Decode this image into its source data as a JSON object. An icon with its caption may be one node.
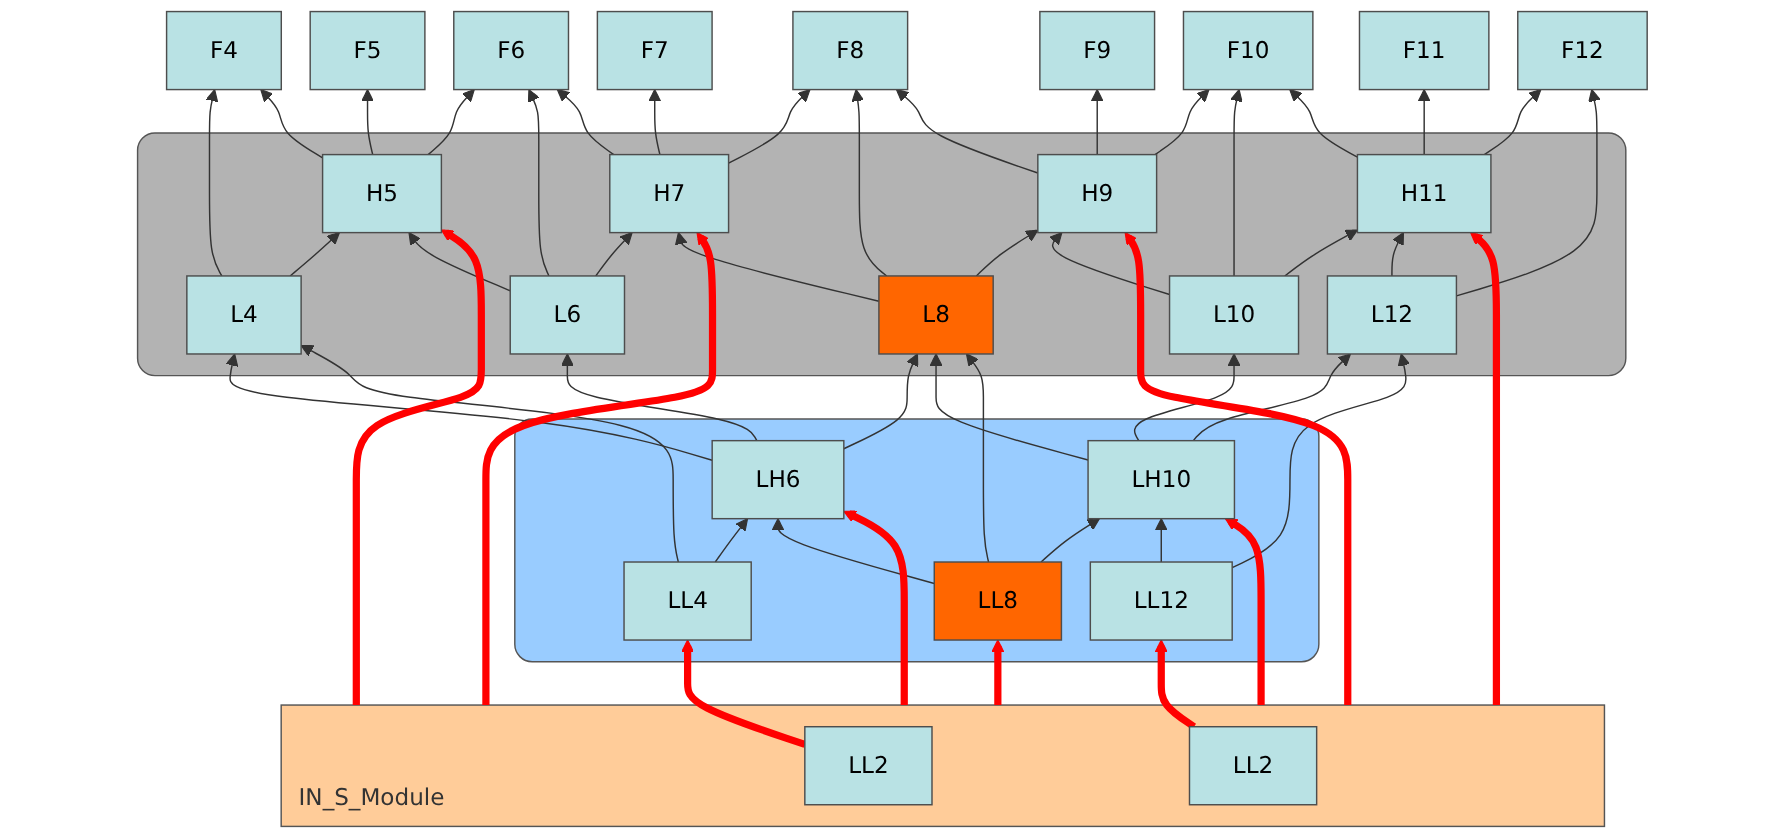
{
  "diagram": {
    "nodes": [
      {
        "text": [
          "F4"
        ]
      },
      {
        "text": [
          "F5"
        ]
      },
      {
        "text": [
          "F6"
        ]
      },
      {
        "text": [
          "F7"
        ]
      },
      {
        "text": [
          "F8"
        ]
      },
      {
        "text": [
          "F9"
        ]
      },
      {
        "text": [
          "F10"
        ]
      },
      {
        "text": [
          "F11"
        ]
      },
      {
        "text": [
          "F12"
        ]
      },
      {
        "text": [],
        "shape": "box"
      },
      {
        "text": [
          "H5"
        ],
        "in": 9
      },
      {
        "text": [
          "H7"
        ],
        "in": 9
      },
      {
        "text": [
          "H9"
        ],
        "in": 9
      },
      {
        "text": [
          "H11"
        ],
        "in": 9
      },
      {
        "text": [
          "L4"
        ],
        "in": 9
      },
      {
        "text": [
          "L6"
        ],
        "in": 9
      },
      {
        "text": [
          "L8"
        ],
        "in": 9
      },
      {
        "text": [
          "L10"
        ],
        "in": 9
      },
      {
        "text": [
          "L12"
        ],
        "in": 9
      },
      {
        "text": [],
        "shape": "box"
      },
      {
        "text": [
          "LH6"
        ],
        "in": 19
      },
      {
        "text": [
          "LH10"
        ],
        "in": 19
      },
      {
        "text": [
          "LL4"
        ],
        "in": 19
      },
      {
        "text": [
          "LL8"
        ],
        "in": 19
      },
      {
        "text": [
          "LL12"
        ],
        "in": 19
      },
      {
        "text": [
          "IN_S_Module"
        ]
      },
      {
        "text": [
          "LL2"
        ],
        "in": 25
      },
      {
        "text": [
          "LL2"
        ],
        "in": 25
      }
    ],
    "edges": [
      {
        "from": 14,
        "to": 0,
        "arrow": "to"
      },
      {
        "from": 10,
        "to": 0,
        "arrow": "to"
      },
      {
        "from": 10,
        "to": 1,
        "arrow": "to"
      },
      {
        "from": 10,
        "to": 2,
        "arrow": "to"
      },
      {
        "from": 15,
        "to": 2,
        "arrow": "to"
      },
      {
        "from": 11,
        "to": 2,
        "arrow": "to"
      },
      {
        "from": 11,
        "to": 3,
        "arrow": "to"
      },
      {
        "from": 11,
        "to": 4,
        "arrow": "to"
      },
      {
        "from": 16,
        "to": 4,
        "arrow": "to"
      },
      {
        "from": 12,
        "to": 4,
        "arrow": "to"
      },
      {
        "from": 12,
        "to": 5,
        "arrow": "to"
      },
      {
        "from": 12,
        "to": 6,
        "arrow": "to"
      },
      {
        "from": 17,
        "to": 6,
        "arrow": "to"
      },
      {
        "from": 13,
        "to": 6,
        "arrow": "to"
      },
      {
        "from": 13,
        "to": 7,
        "arrow": "to"
      },
      {
        "from": 13,
        "to": 8,
        "arrow": "to"
      },
      {
        "from": 18,
        "to": 8,
        "arrow": "to"
      },
      {
        "from": 14,
        "to": 10,
        "arrow": "to"
      },
      {
        "from": 15,
        "to": 10,
        "arrow": "to"
      },
      {
        "from": 15,
        "to": 11,
        "arrow": "to"
      },
      {
        "from": 16,
        "to": 11,
        "arrow": "to"
      },
      {
        "from": 16,
        "to": 12,
        "arrow": "to"
      },
      {
        "from": 17,
        "to": 12,
        "arrow": "to"
      },
      {
        "from": 17,
        "to": 13,
        "arrow": "to"
      },
      {
        "from": 18,
        "to": 13,
        "arrow": "to"
      },
      {
        "from": 20,
        "to": 14,
        "arrow": "to"
      },
      {
        "from": 20,
        "to": 15,
        "arrow": "to"
      },
      {
        "from": 20,
        "to": 16,
        "arrow": "to"
      },
      {
        "from": 21,
        "to": 16,
        "arrow": "to"
      },
      {
        "from": 21,
        "to": 17,
        "arrow": "to"
      },
      {
        "from": 21,
        "to": 18,
        "arrow": "to"
      },
      {
        "from": 22,
        "to": 14,
        "arrow": "to"
      },
      {
        "from": 23,
        "to": 16,
        "arrow": "to"
      },
      {
        "from": 24,
        "to": 18,
        "arrow": "to"
      },
      {
        "from": 22,
        "to": 20,
        "arrow": "to"
      },
      {
        "from": 23,
        "to": 20,
        "arrow": "to"
      },
      {
        "from": 23,
        "to": 21,
        "arrow": "to"
      },
      {
        "from": 24,
        "to": 21,
        "arrow": "to"
      },
      {
        "from": 25,
        "to": 10,
        "arrow": "to",
        "style": "thick",
        "color": "#ff0000"
      },
      {
        "from": 25,
        "to": 11,
        "arrow": "to",
        "style": "thick",
        "color": "#ff0000"
      },
      {
        "from": 25,
        "to": 12,
        "arrow": "to",
        "style": "thick",
        "color": "#ff0000"
      },
      {
        "from": 25,
        "to": 13,
        "arrow": "to",
        "style": "thick",
        "color": "#ff0000"
      },
      {
        "from": 25,
        "to": 20,
        "arrow": "to",
        "style": "thick",
        "color": "#ff0000"
      },
      {
        "from": 25,
        "to": 21,
        "arrow": "to",
        "style": "thick",
        "color": "#ff0000"
      },
      {
        "from": 26,
        "to": 22,
        "arrow": "to",
        "style": "thick",
        "color": "#ff0000"
      },
      {
        "from": 25,
        "to": 23,
        "arrow": "to",
        "style": "thick",
        "color": "#ff0000"
      },
      {
        "from": 27,
        "to": 24,
        "arrow": "to",
        "style": "thick",
        "color": "#ff0000"
      }
    ]
  }
}
